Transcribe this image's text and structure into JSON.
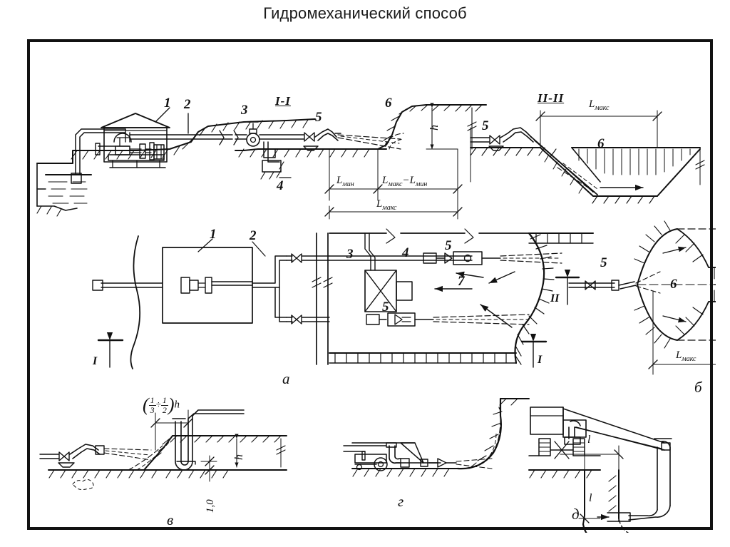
{
  "page": {
    "title": "Гидромеханический способ",
    "background": "#ffffff",
    "ink": "#111111"
  },
  "frame": {
    "border_color": "#111111",
    "label": "diagram-frame"
  },
  "sections": {
    "section_I": "I-I",
    "section_II": "II-II",
    "marker_I": "I",
    "marker_II": "II"
  },
  "callouts": {
    "n1": "1",
    "n2": "2",
    "n3": "3",
    "n4": "4",
    "n5": "5",
    "n6": "6",
    "n7": "7"
  },
  "dimensions": {
    "l_min": "L",
    "l_min_sub": "мин",
    "l_max": "L",
    "l_max_sub": "макс",
    "l_max_minus_min_a": "L",
    "l_max_minus_min_a_sub": "макс",
    "l_max_minus_min_b": "L",
    "l_max_minus_min_b_sub": "мин",
    "minus": "−",
    "height_h": "h",
    "depth_1_0": "1,0",
    "length_l": "l",
    "frac_num_1": "1",
    "frac_den_3": "3",
    "frac_div": "÷",
    "frac_num_2": "1",
    "frac_den_2": "2",
    "frac_tail": "h"
  },
  "parts": {
    "a": "а",
    "b": "б",
    "v": "в",
    "g": "г",
    "d": "д"
  }
}
